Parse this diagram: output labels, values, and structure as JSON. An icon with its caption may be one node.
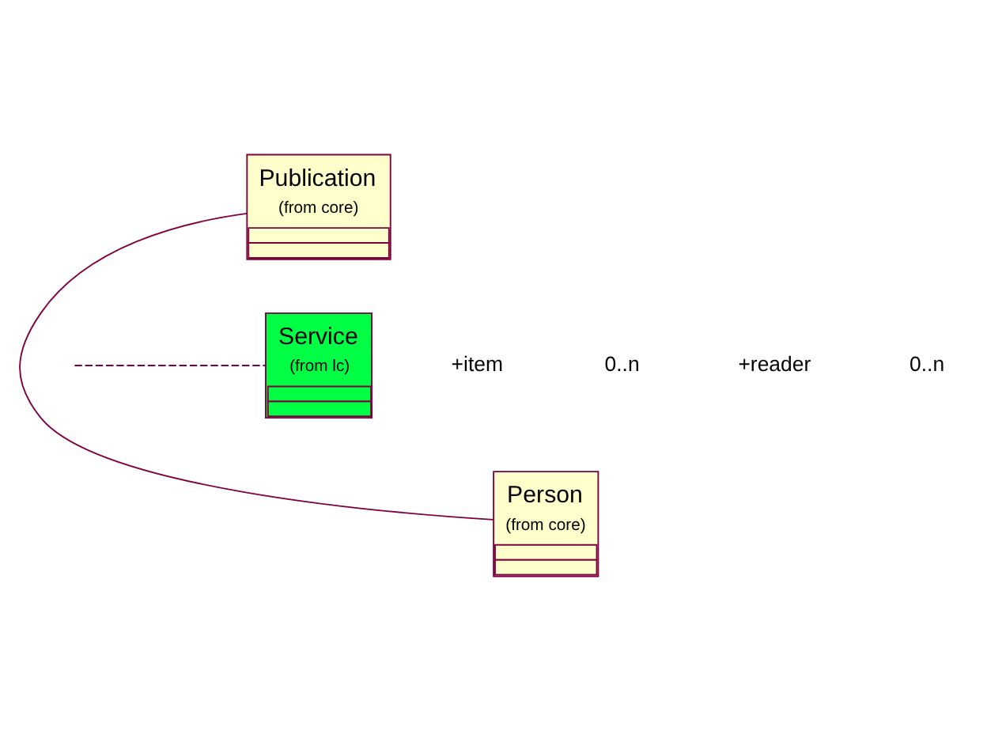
{
  "diagram": {
    "nodes": [
      {
        "text": [
          "Publication",
          "(from core)"
        ]
      },
      {
        "text": [
          "Service",
          "(from lc)"
        ]
      },
      {
        "text": [
          "Person",
          "(from core)"
        ]
      }
    ],
    "edges": [
      {
        "from": 0,
        "to": 2,
        "arrow": "none"
      },
      {
        "from": null,
        "to": 1,
        "arrow": "none",
        "style": "dashed"
      }
    ],
    "labels": [
      "+item",
      "0..n",
      "+reader",
      "0..n"
    ]
  }
}
